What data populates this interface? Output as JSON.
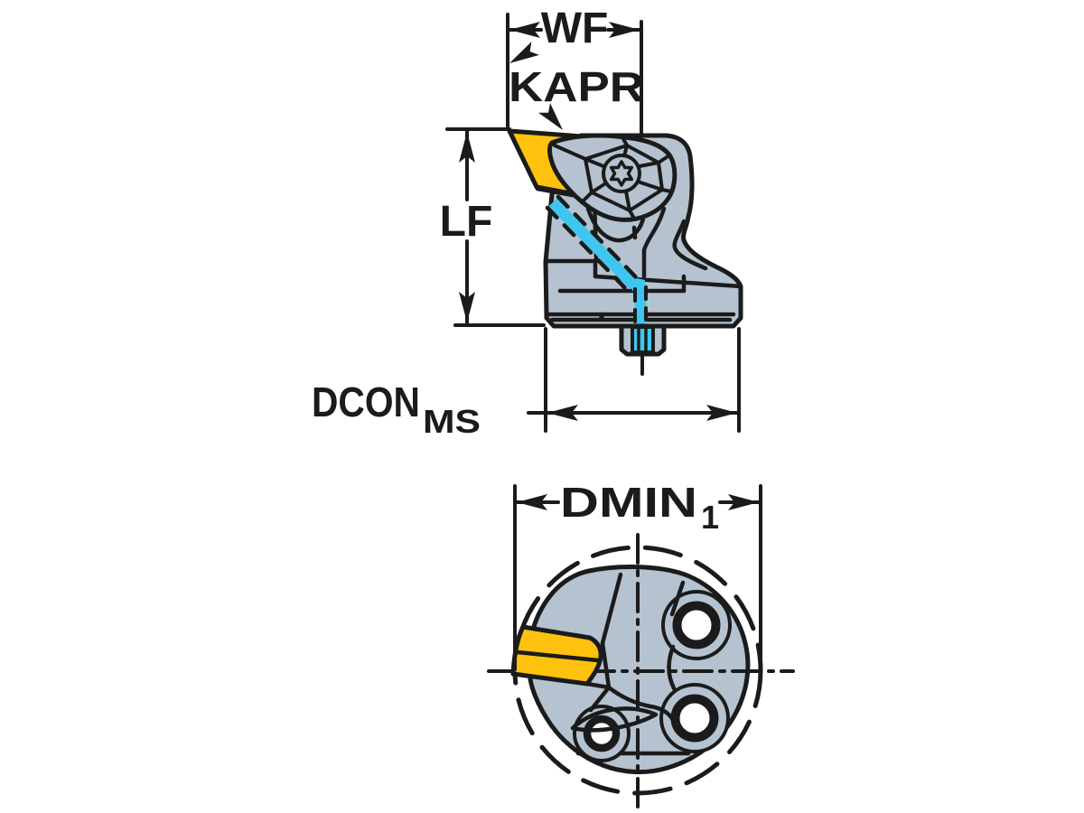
{
  "diagram": {
    "description": "Tool holder head dimensional drawing, side view and end view",
    "labels": {
      "wf": "WF",
      "kapr": "KAPR",
      "lf": "LF",
      "dcon": "DCON",
      "dcon_sub": "MS",
      "dmin": "DMIN",
      "dmin_sub": "1"
    },
    "colors": {
      "line": "#1b1b1b",
      "body": "#b5c3d0",
      "insert": "#ffc20e",
      "coolant": "#3ec6f0",
      "hole": "#ffffff"
    }
  }
}
